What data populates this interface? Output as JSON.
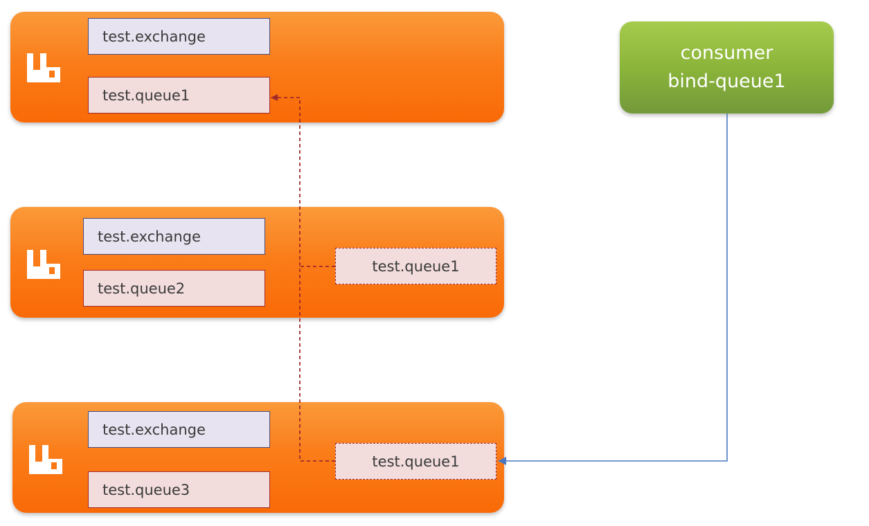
{
  "colors": {
    "node_orange": "#fa7d1a",
    "consumer_green": "#8bb53a",
    "exchange_fill": "#e7e3f0",
    "queue_fill": "#f2dcdc",
    "queue_border": "#a02a2a",
    "mirror_link": "#a02a2a",
    "consumer_link": "#4a78c0"
  },
  "icons": {
    "node": "rabbitmq-logo-icon"
  },
  "nodes": [
    {
      "exchange": "test.exchange",
      "queue": "test.queue1"
    },
    {
      "exchange": "test.exchange",
      "queue": "test.queue2",
      "mirror": "test.queue1"
    },
    {
      "exchange": "test.exchange",
      "queue": "test.queue3",
      "mirror": "test.queue1"
    }
  ],
  "consumer": {
    "line1": "consumer",
    "line2": "bind-queue1"
  }
}
